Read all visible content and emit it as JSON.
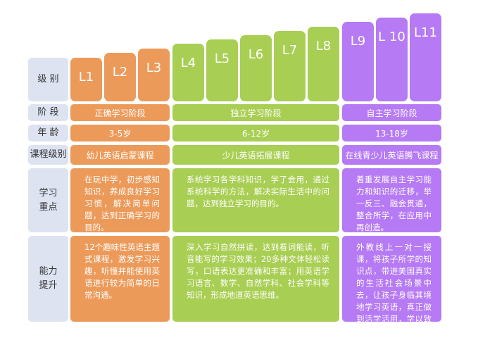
{
  "side_labels": {
    "level": "级 别",
    "stage": "阶 段",
    "age": "年 龄",
    "course": "课程级别",
    "focus_l1": "学习",
    "focus_l2": "重点",
    "ability_l1": "能力",
    "ability_l2": "提升"
  },
  "levels": [
    "L1",
    "L2",
    "L3",
    "L4",
    "L5",
    "L6",
    "L7",
    "L8",
    "L9",
    "L 10",
    "L11"
  ],
  "groups": [
    {
      "color": "#ec9a5a",
      "stage": "正确学习阶段",
      "age": "3-5岁",
      "course": "幼儿英语启蒙课程",
      "focus": "在玩中学，初步感知知识，养成良好学习习惯，解决简单问题，达到正确学习的目的。",
      "ability": "12个趣味性英语主题式课程，激发学习兴趣，听懂并能使用英语进行较为简单的日常沟通。"
    },
    {
      "color": "#a8ce53",
      "stage": "独立学习阶段",
      "age": "6-12岁",
      "course": "少儿英语拓展课程",
      "focus": "系统学习各学科知识，学了会用，通过系统科学的方法，解决实际生活中的问题，达到独立学习的目的。",
      "ability": "深入学习自然拼读，达到看词能读，听音能写的学习效果；20多种文体轻松读写，口语表达更准确和丰富；用英语学习语言、数学、自然学科、社会学科等知识，形成地道英语思维。"
    },
    {
      "color": "#b57af4",
      "stage": "自主学习阶段",
      "age": "13-18岁",
      "course": "在线青少儿英语腾飞课程",
      "focus": "着重发展自主学习能力和知识的迁移，举一反三、融会贯通，整合所学，在应用中再创造。",
      "ability": "外教线上一对一授课，将孩子所学的知识点，带进美国真实的生活社会场景中去，让孩子身临其境地学习英语，真正做到活学活用，学以致用。"
    }
  ]
}
